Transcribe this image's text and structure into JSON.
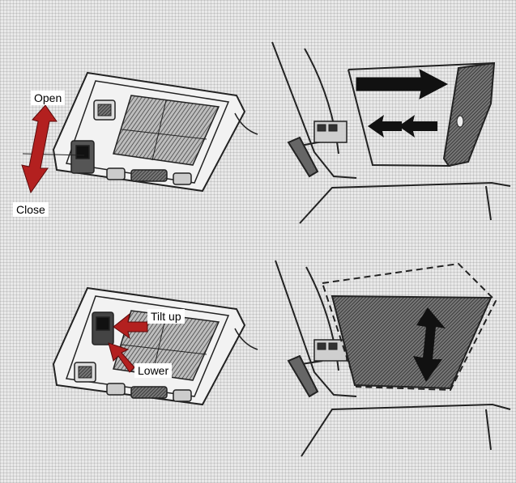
{
  "labels": {
    "open": "Open",
    "close": "Close",
    "tilt_up": "Tilt up",
    "lower": "Lower"
  },
  "colors": {
    "arrow_red": "#b3201f",
    "line": "#222222",
    "hatch": "#555555"
  },
  "icons": {
    "open_close": "double-arrow-vertical-icon",
    "slide": "arrow-right-icon",
    "tilt": "double-arrow-vertical-icon"
  }
}
